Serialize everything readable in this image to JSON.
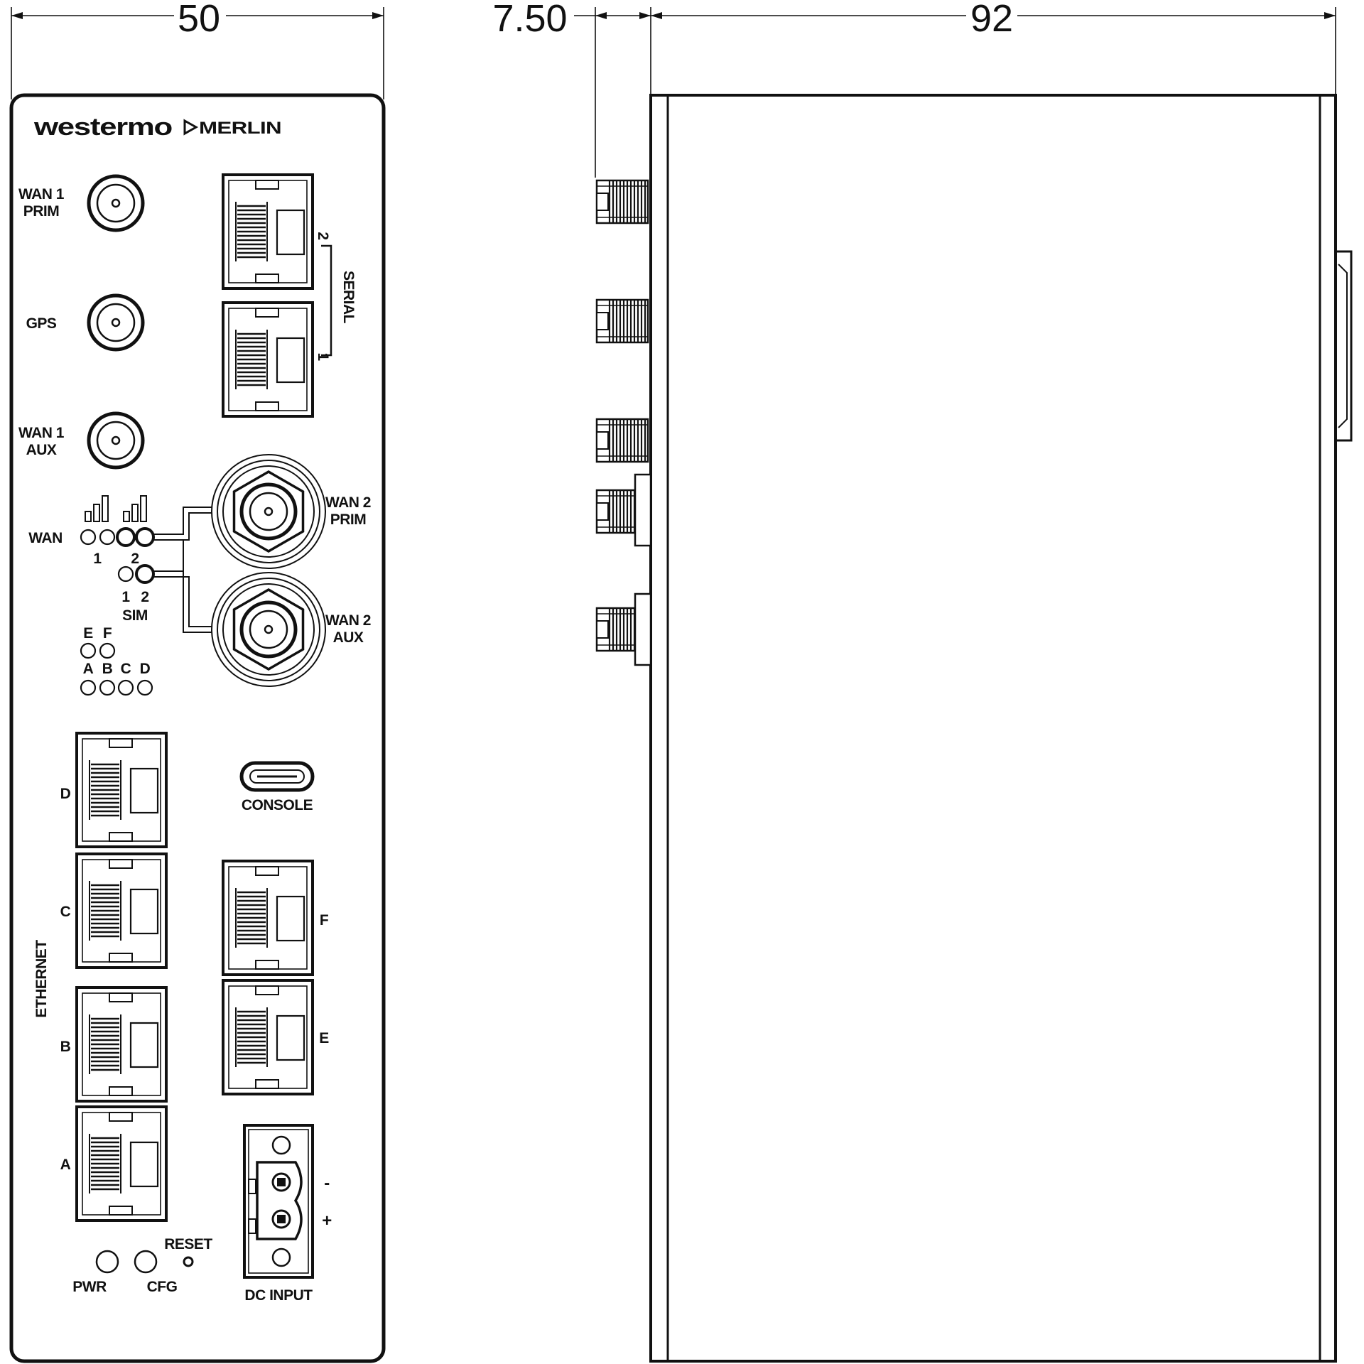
{
  "dimensions": {
    "front_width": "50",
    "connector_depth": "7.50",
    "side_depth": "92"
  },
  "brand": {
    "logo": "westermo",
    "product": "MERLIN"
  },
  "antenna_labels": {
    "wan1_prim": [
      "WAN 1",
      "PRIM"
    ],
    "gps": "GPS",
    "wan1_aux": [
      "WAN 1",
      "AUX"
    ],
    "wan2_prim": [
      "WAN 2",
      "PRIM"
    ],
    "wan2_aux": [
      "WAN 2",
      "AUX"
    ]
  },
  "serial": {
    "label": "SERIAL",
    "port_1": "1",
    "port_2": "2"
  },
  "leds": {
    "wan_label": "WAN",
    "wan_1": "1",
    "wan_2": "2",
    "sim_1": "1",
    "sim_2": "2",
    "sim_label": "SIM",
    "port_e": "E",
    "port_f": "F",
    "port_a": "A",
    "port_b": "B",
    "port_c": "C",
    "port_d": "D"
  },
  "ethernet": {
    "label": "ETHERNET",
    "port_d": "D",
    "port_c": "C",
    "port_b": "B",
    "port_a": "A",
    "port_f": "F",
    "port_e": "E"
  },
  "console": "CONSOLE",
  "power": {
    "minus": "-",
    "plus": "+",
    "dc_input": "DC INPUT"
  },
  "bottom_leds": {
    "pwr": "PWR",
    "cfg": "CFG",
    "reset": "RESET"
  }
}
